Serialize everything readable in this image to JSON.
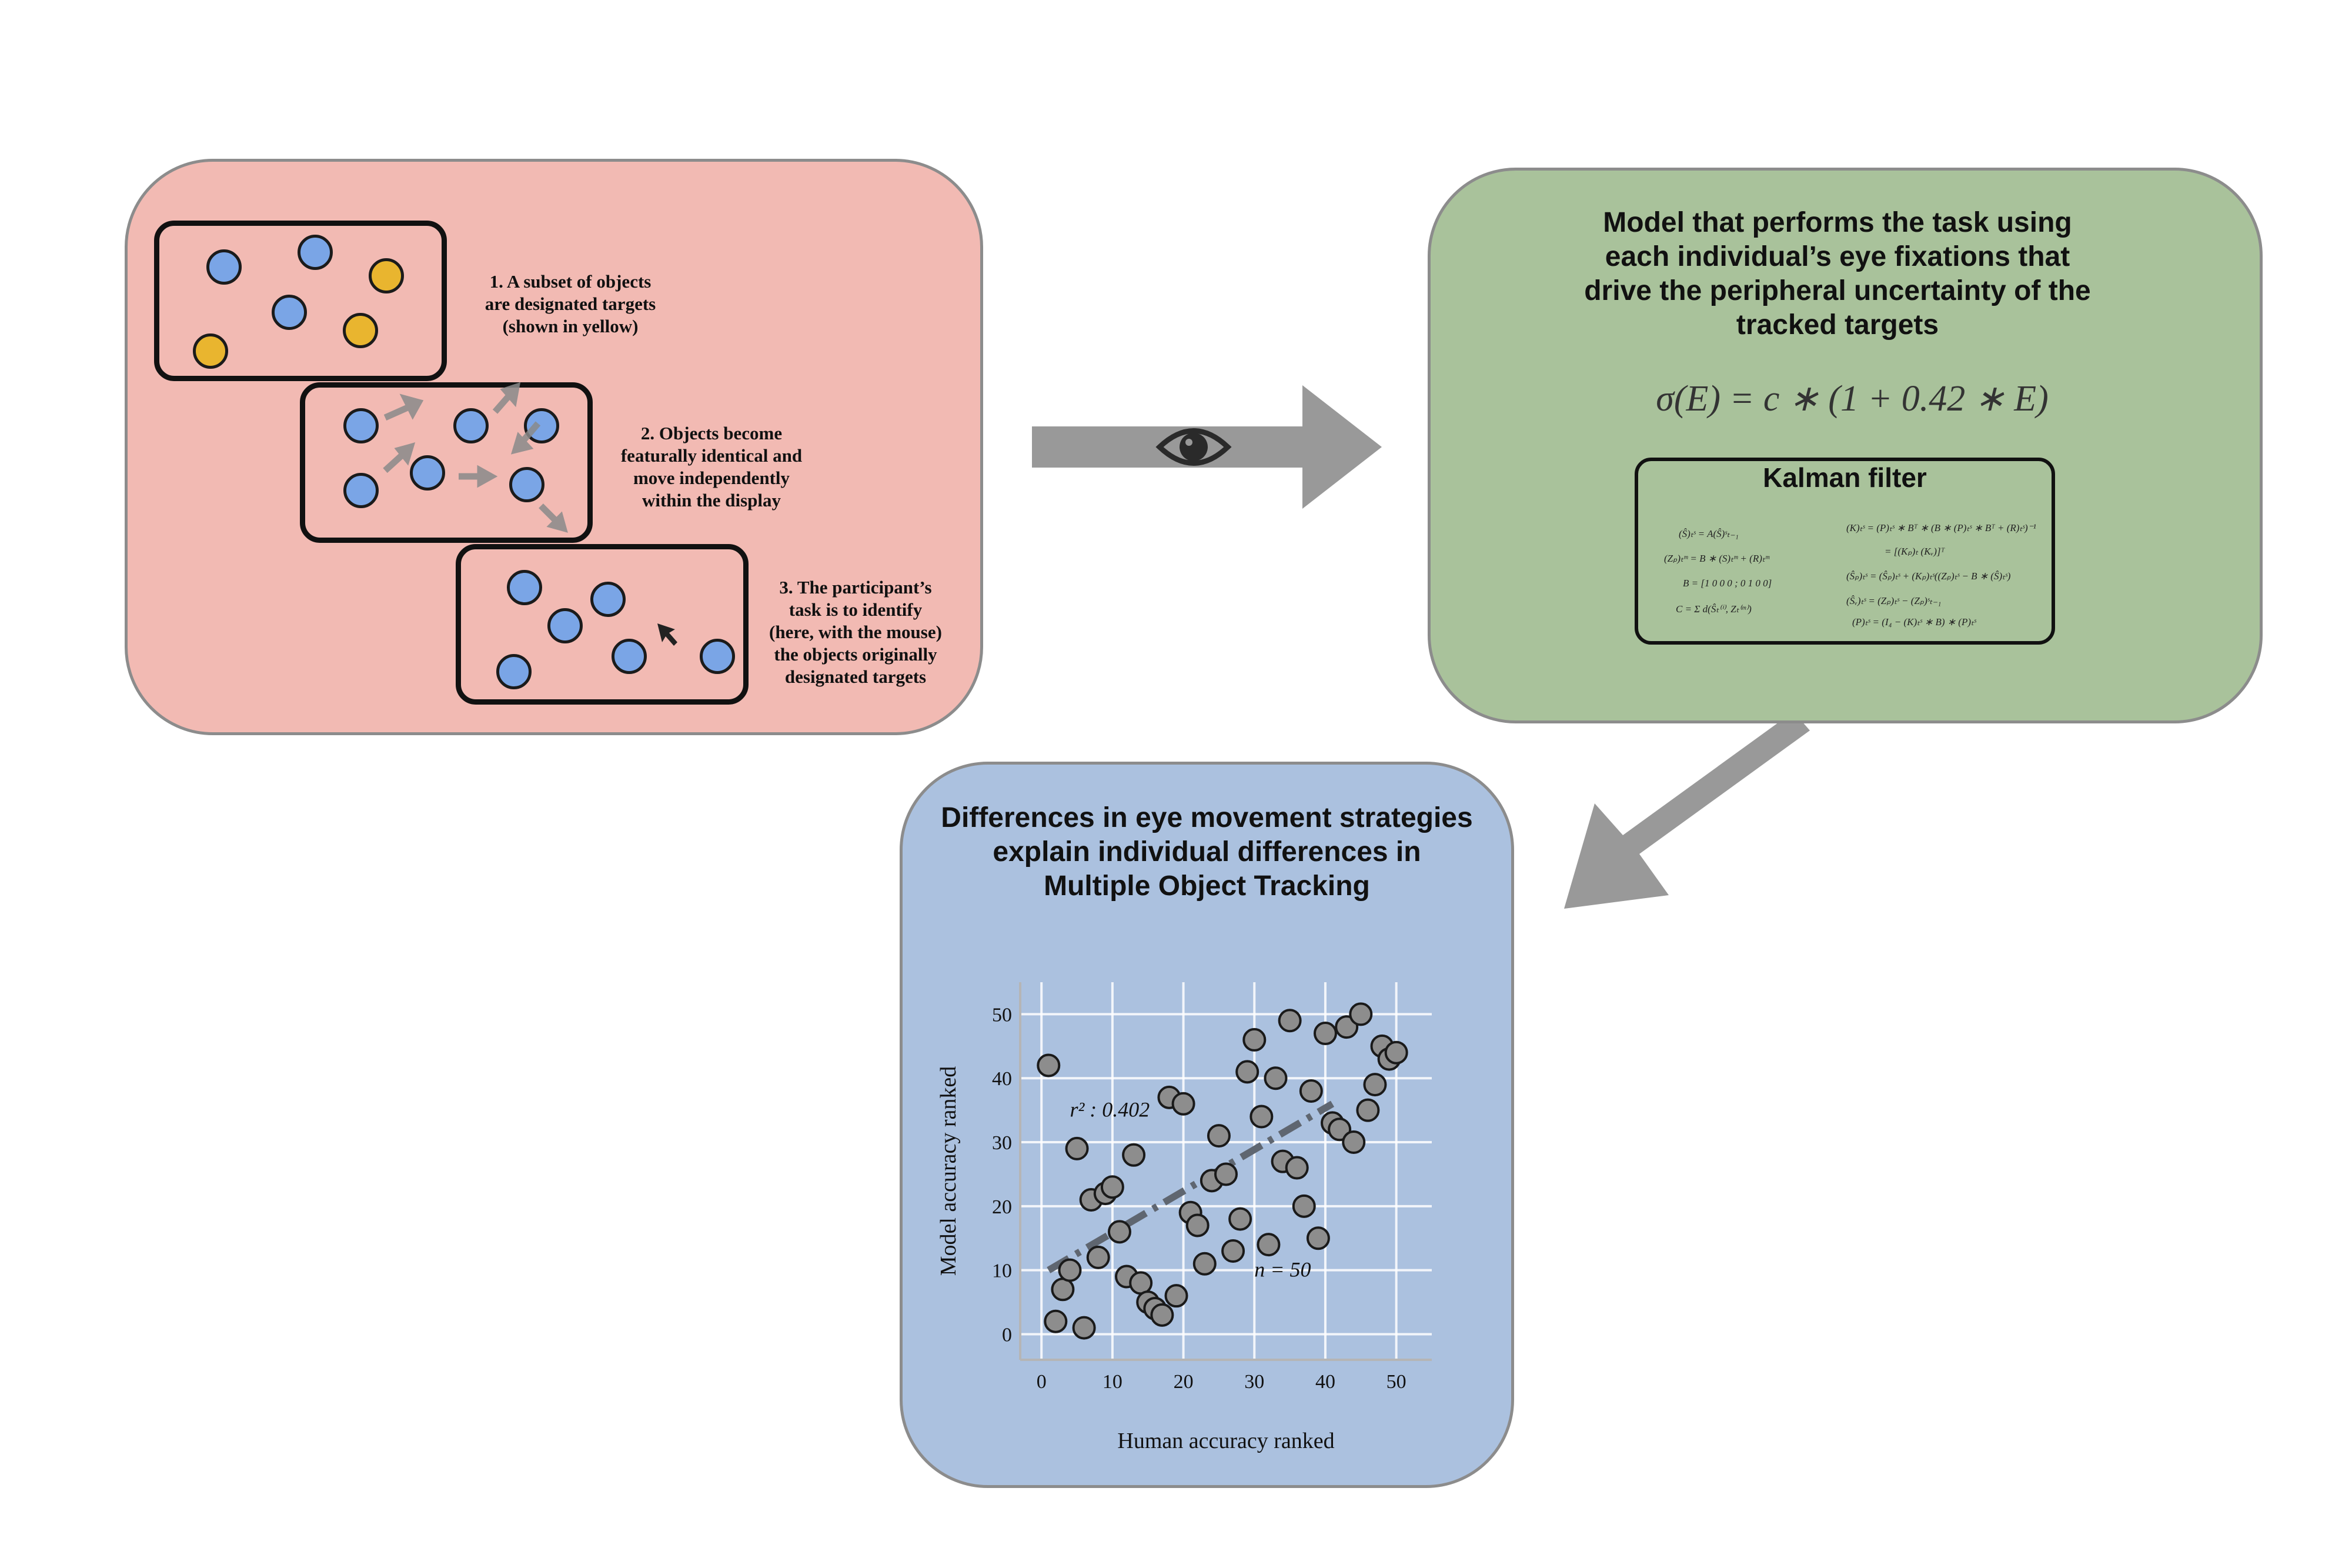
{
  "task_panel": {
    "step1": "1. A subset of objects\nare designated targets\n(shown in yellow)",
    "step2": "2. Objects become\nfeaturally identical and\nmove independently\nwithin the display",
    "step3": "3. The participant’s\ntask is to identify\n(here, with the mouse)\nthe objects originally\ndesignated targets"
  },
  "model_panel": {
    "title": "Model that performs the task using\neach individual’s eye fixations that\ndrive the peripheral uncertainty of the\ntracked targets",
    "formula": "σ(E) = c ∗ (1 + 0.42 ∗ E)",
    "kalman_title": "Kalman filter",
    "equations_left": [
      "(Ŝ)ₜˢ = A(Ŝ)ˢₜ₋₁",
      "(Zₚ)ₜᵐ = B ∗ (S)ₜᵐ + (R)ₜᵐ",
      "B = [1 0 0 0 ; 0 1 0 0]",
      "C = Σ d(Ŝₜ⁽ⁱ⁾, Zₜ⁽ᵐ⁾)"
    ],
    "equations_right": [
      "(K)ₜˢ = (P)ₜˢ ∗ Bᵀ ∗ (B ∗ (P)ₜˢ ∗ Bᵀ + (R)ₜˢ)⁻¹",
      "= [(Kₚ)ₜ (Kᵥ)]ᵀ",
      "(Ŝₚ)ₜˢ = (Ŝₚ)ₜˢ + (Kₚ)ₜˢ((Zₚ)ₜˢ − B ∗ (Ŝ)ₜˢ)",
      "(Ŝᵥ)ₜˢ = (Zₚ)ₜˢ − (Zₚ)ˢₜ₋₁",
      "(P)ₜˢ = (I₄ − (K)ₜˢ ∗ B) ∗ (P)ₜˢ"
    ]
  },
  "result_panel": {
    "title": "Differences in eye movement strategies\nexplain individual differences in\nMultiple Object Tracking"
  },
  "icons": {
    "eye": "eye-icon",
    "cursor": "mouse-cursor-icon"
  },
  "colors": {
    "task_bg": "#f2bab3",
    "model_bg": "#a9c29b",
    "result_bg": "#abc1df",
    "target_yellow": "#e9b52f",
    "object_blue": "#7aa5e6",
    "arrow_gray": "#999999"
  },
  "chart_data": {
    "type": "scatter",
    "xlabel": "Human accuracy ranked",
    "ylabel": "Model accuracy ranked",
    "xlim": [
      -3,
      55
    ],
    "ylim": [
      -4,
      55
    ],
    "xticks": [
      0,
      10,
      20,
      30,
      40,
      50
    ],
    "yticks": [
      0,
      10,
      20,
      30,
      40,
      50
    ],
    "grid": true,
    "annotations": {
      "r2": "r² : 0.402",
      "n": "n = 50"
    },
    "trendline": {
      "x": [
        1,
        41
      ],
      "y": [
        10,
        36
      ]
    },
    "points": [
      [
        1,
        42
      ],
      [
        2,
        2
      ],
      [
        3,
        7
      ],
      [
        4,
        10
      ],
      [
        5,
        29
      ],
      [
        6,
        1
      ],
      [
        7,
        21
      ],
      [
        8,
        12
      ],
      [
        9,
        22
      ],
      [
        10,
        23
      ],
      [
        11,
        16
      ],
      [
        12,
        9
      ],
      [
        13,
        28
      ],
      [
        14,
        8
      ],
      [
        15,
        5
      ],
      [
        16,
        4
      ],
      [
        17,
        3
      ],
      [
        18,
        37
      ],
      [
        19,
        6
      ],
      [
        20,
        36
      ],
      [
        21,
        19
      ],
      [
        22,
        17
      ],
      [
        23,
        11
      ],
      [
        24,
        24
      ],
      [
        25,
        31
      ],
      [
        26,
        25
      ],
      [
        27,
        13
      ],
      [
        28,
        18
      ],
      [
        29,
        41
      ],
      [
        30,
        46
      ],
      [
        31,
        34
      ],
      [
        32,
        14
      ],
      [
        33,
        40
      ],
      [
        34,
        27
      ],
      [
        35,
        49
      ],
      [
        36,
        26
      ],
      [
        37,
        20
      ],
      [
        38,
        38
      ],
      [
        39,
        15
      ],
      [
        40,
        47
      ],
      [
        41,
        33
      ],
      [
        42,
        32
      ],
      [
        43,
        48
      ],
      [
        44,
        30
      ],
      [
        45,
        50
      ],
      [
        46,
        35
      ],
      [
        47,
        39
      ],
      [
        48,
        45
      ],
      [
        49,
        43
      ],
      [
        50,
        44
      ]
    ]
  }
}
